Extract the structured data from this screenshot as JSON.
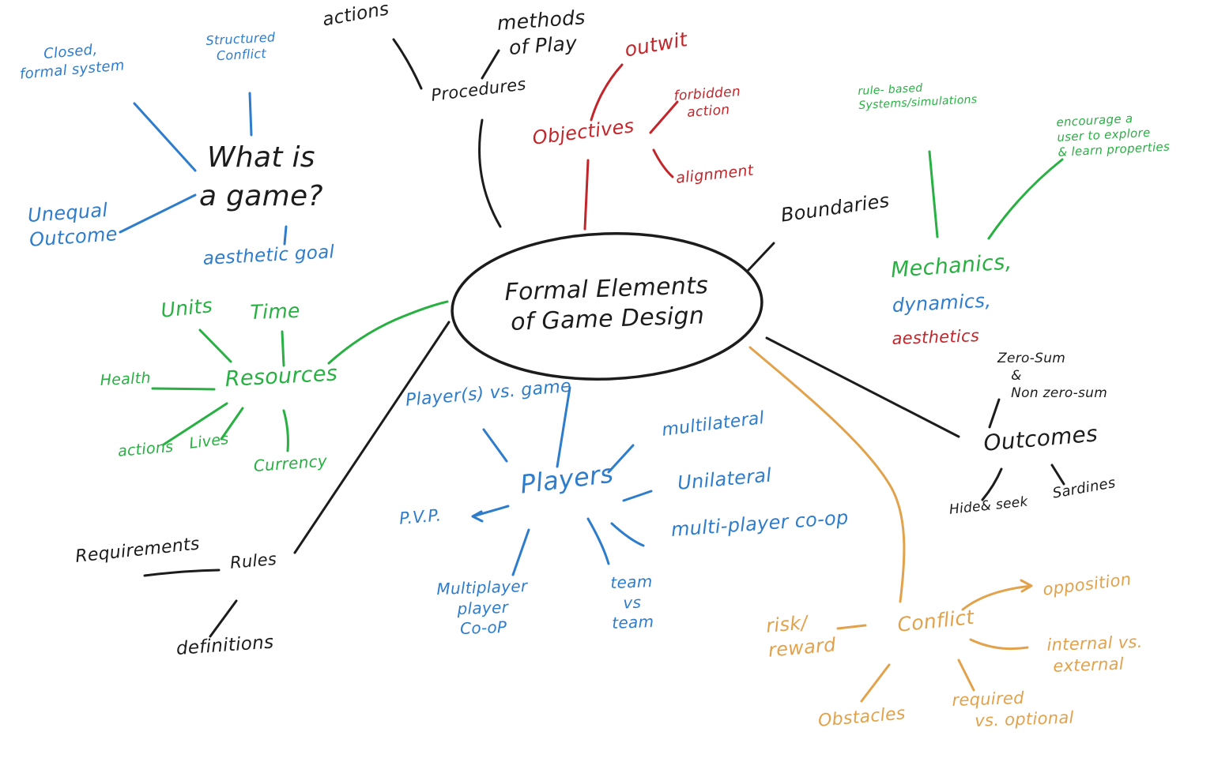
{
  "canvas": {
    "background": "#ffffff"
  },
  "palette": {
    "ink": "#1c1c1c",
    "blue": "#2e7ccc",
    "green": "#28b043",
    "red": "#c2262b",
    "orange": "#e2a24b"
  },
  "central_topic": "Formal Elements\nof Game Design",
  "nodes": {
    "closed_formal_system": "Closed,\nformal system",
    "structured_conflict": "Structured\nConflict",
    "what_is_a_game": "What is\na game?",
    "unequal_outcome": "Unequal\nOutcome",
    "aesthetic_goal": "aesthetic goal",
    "actions_top": "actions",
    "methods_of_play": "methods\nof Play",
    "procedures": "Procedures",
    "outwit": "outwit",
    "objectives": "Objectives",
    "forbidden_action": "forbidden\naction",
    "alignment": "alignment",
    "boundaries": "Boundaries",
    "rule_based_systems": "rule- based\nSystems/simulations",
    "encourage_explore": "encourage a\nuser to explore\n& learn properties",
    "mechanics": "Mechanics,",
    "dynamics": "dynamics,",
    "aesthetics": "aesthetics",
    "zero_sum": "Zero-Sum\n   &\n   Non zero-sum",
    "outcomes": "Outcomes",
    "hide_seek": "Hide& seek",
    "sardines": "Sardines",
    "units": "Units",
    "time": "Time",
    "health": "Health",
    "resources": "Resources",
    "actions_resources": "actions",
    "lives": "Lives",
    "currency": "Currency",
    "requirements": "Requirements",
    "rules": "Rules",
    "definitions": "definitions",
    "players_vs_game": "Player(s) vs. game",
    "multilateral": "multilateral",
    "players": "Players",
    "unilateral": "Unilateral",
    "pvp": "P.V.P.",
    "multiplayer_coop": "multi-player co-op",
    "multiplayer_player_coop": "Multiplayer\nplayer\nCo-oP",
    "team_vs_team": "team\nvs\nteam",
    "risk_reward": "risk/\nreward",
    "conflict": "Conflict",
    "opposition": "opposition",
    "internal_external": "internal vs.\n external",
    "obstacles": "Obstacles",
    "required_optional": "required\n    vs. optional"
  },
  "edges": [
    [
      "central_topic",
      "procedures"
    ],
    [
      "central_topic",
      "objectives"
    ],
    [
      "central_topic",
      "boundaries"
    ],
    [
      "central_topic",
      "resources"
    ],
    [
      "central_topic",
      "players"
    ],
    [
      "central_topic",
      "rules"
    ],
    [
      "central_topic",
      "outcomes"
    ],
    [
      "central_topic",
      "conflict"
    ],
    [
      "what_is_a_game",
      "closed_formal_system"
    ],
    [
      "what_is_a_game",
      "structured_conflict"
    ],
    [
      "what_is_a_game",
      "unequal_outcome"
    ],
    [
      "what_is_a_game",
      "aesthetic_goal"
    ],
    [
      "procedures",
      "actions_top"
    ],
    [
      "procedures",
      "methods_of_play"
    ],
    [
      "objectives",
      "outwit"
    ],
    [
      "objectives",
      "forbidden_action"
    ],
    [
      "objectives",
      "alignment"
    ],
    [
      "mechanics",
      "rule_based_systems"
    ],
    [
      "mechanics",
      "encourage_explore"
    ],
    [
      "resources",
      "units"
    ],
    [
      "resources",
      "time"
    ],
    [
      "resources",
      "health"
    ],
    [
      "resources",
      "actions_resources"
    ],
    [
      "resources",
      "lives"
    ],
    [
      "resources",
      "currency"
    ],
    [
      "players",
      "players_vs_game"
    ],
    [
      "players",
      "multilateral"
    ],
    [
      "players",
      "unilateral"
    ],
    [
      "players",
      "multiplayer_coop"
    ],
    [
      "players",
      "pvp"
    ],
    [
      "players",
      "multiplayer_player_coop"
    ],
    [
      "players",
      "team_vs_team"
    ],
    [
      "outcomes",
      "zero_sum"
    ],
    [
      "outcomes",
      "hide_seek"
    ],
    [
      "outcomes",
      "sardines"
    ],
    [
      "rules",
      "requirements"
    ],
    [
      "rules",
      "definitions"
    ],
    [
      "conflict",
      "risk_reward"
    ],
    [
      "conflict",
      "opposition"
    ],
    [
      "conflict",
      "internal_external"
    ],
    [
      "conflict",
      "required_optional"
    ],
    [
      "conflict",
      "obstacles"
    ]
  ]
}
